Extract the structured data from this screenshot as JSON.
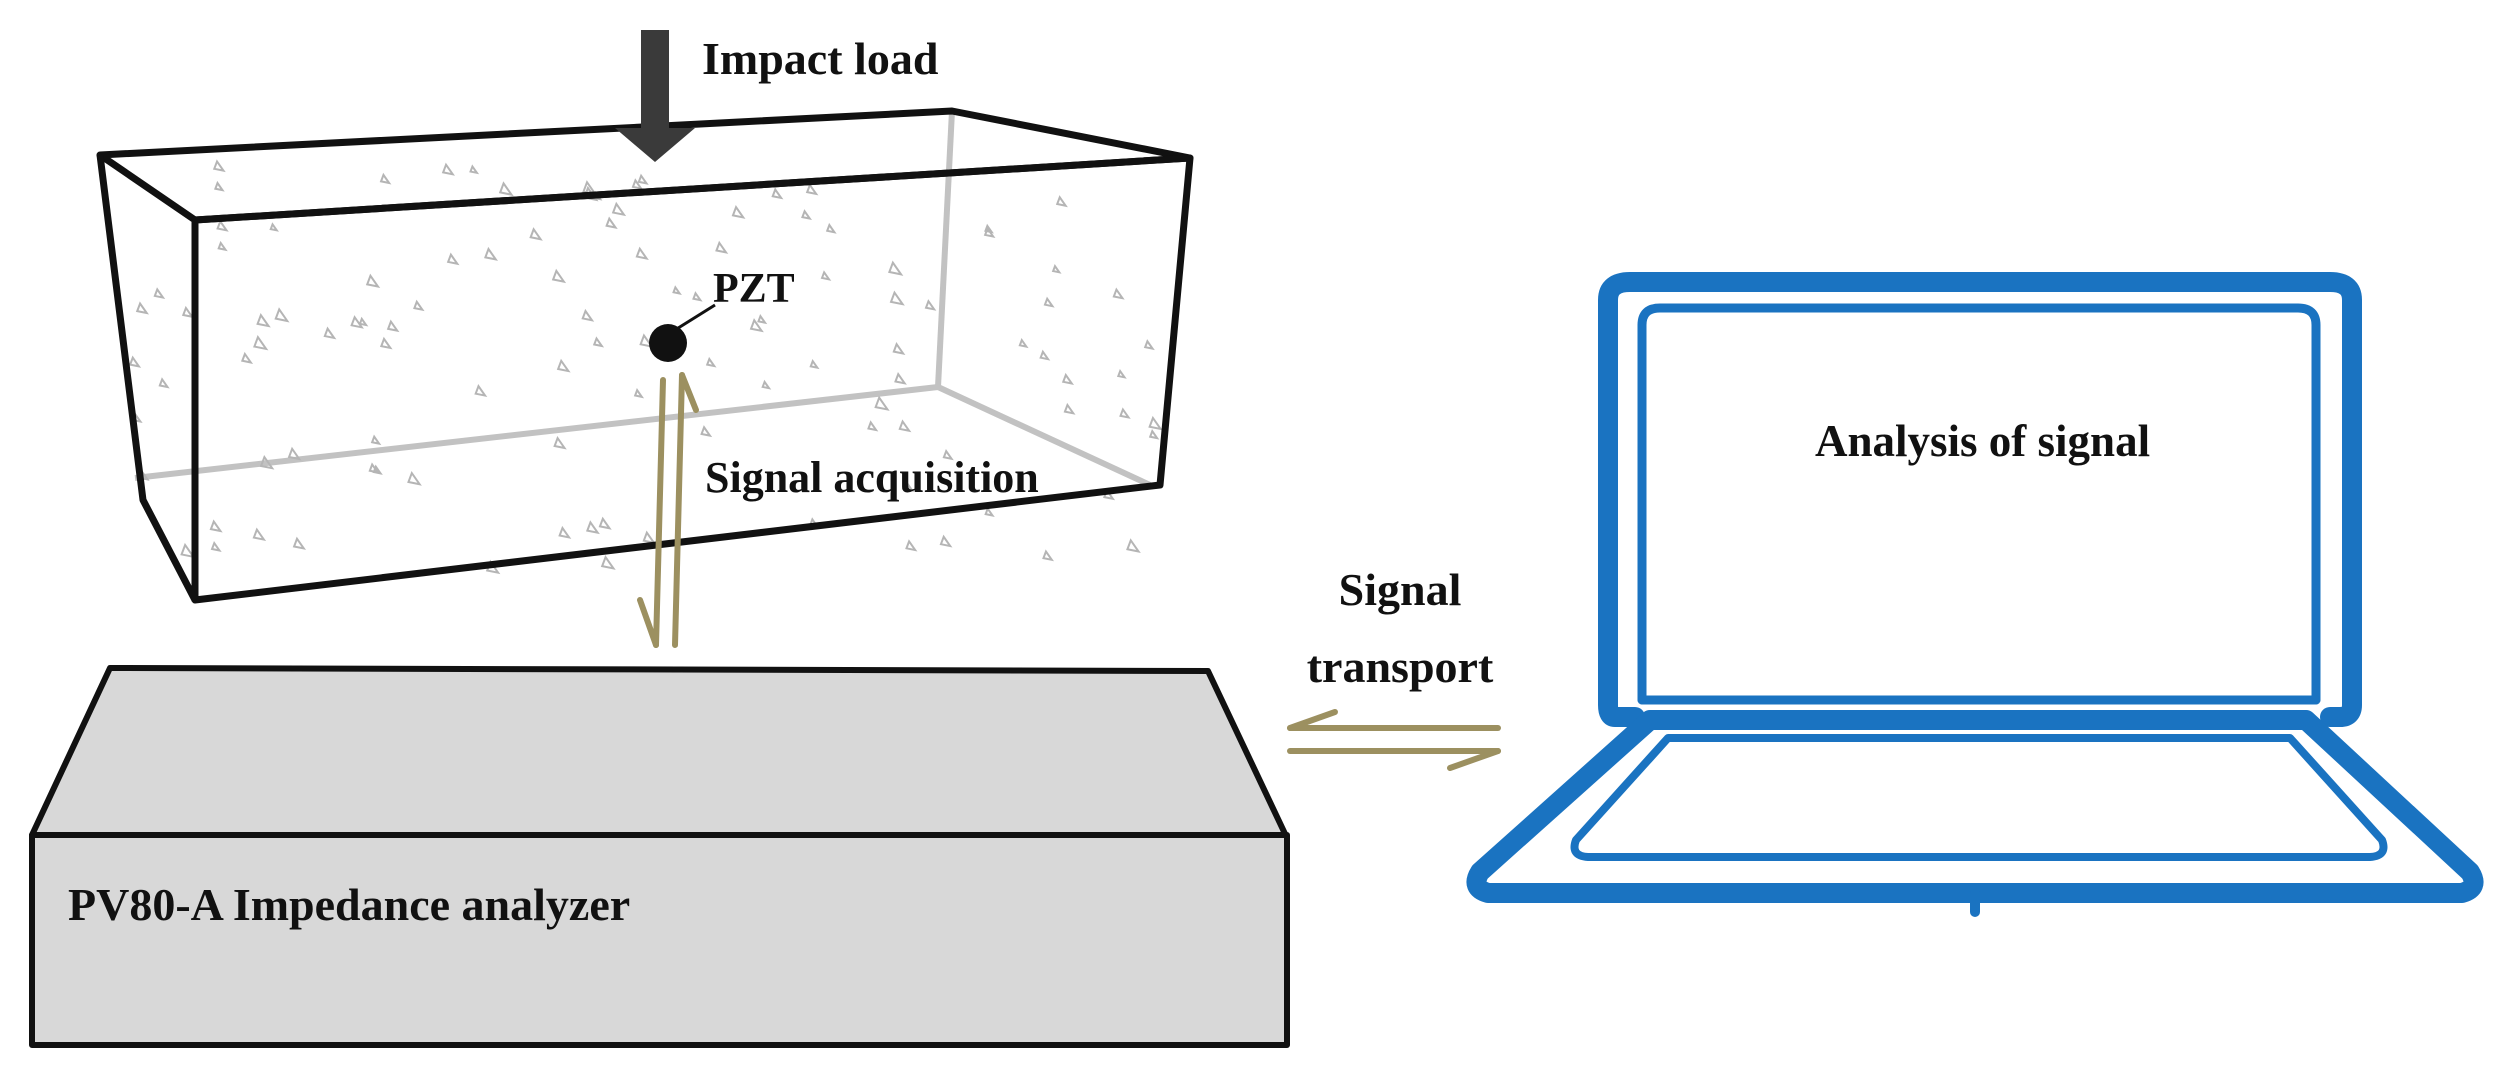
{
  "labels": {
    "impact_load": "Impact load",
    "pzt": "PZT",
    "signal_acquisition": "Signal acquisition",
    "signal_transport_line1": "Signal",
    "signal_transport_line2": "transport",
    "analysis": "Analysis of signal",
    "analyzer": "PV80-A Impedance analyzer"
  },
  "colors": {
    "laptop": "#1a73c1",
    "arrow": "#9c9060",
    "analyzer_fill": "#d8d8d8",
    "outline": "#111111",
    "beam_hidden_edge": "#c2c2c2",
    "impact_arrow": "#3a3a3a"
  },
  "icons": {
    "laptop": "laptop-icon",
    "load_arrow": "down-arrow-icon",
    "sensor": "pzt-sensor-dot"
  }
}
